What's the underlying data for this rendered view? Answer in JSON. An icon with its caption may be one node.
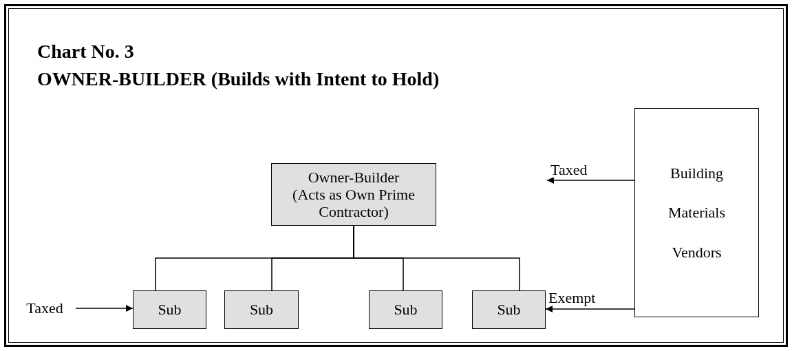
{
  "diagram": {
    "title": "Chart No. 3",
    "nodes": [
      {
        "text": [
          "Owner-Builder (Acts as Own Prime Contractor)"
        ]
      },
      {
        "text": [
          "Building Materials Vendors"
        ]
      },
      {
        "text": [
          "Sub"
        ]
      },
      {
        "text": [
          "Sub"
        ]
      },
      {
        "text": [
          "Sub"
        ]
      },
      {
        "text": [
          "Sub"
        ]
      },
      {
        "text": [
          "Taxed"
        ]
      }
    ],
    "edges": [
      {
        "from": 0,
        "to": 2,
        "arrow": "none"
      },
      {
        "from": 0,
        "to": 3,
        "arrow": "none"
      },
      {
        "from": 0,
        "to": 4,
        "arrow": "none"
      },
      {
        "from": 0,
        "to": 5,
        "arrow": "none"
      },
      {
        "from": 1,
        "to": null,
        "arrow": "to",
        "label": "Taxed"
      },
      {
        "from": 1,
        "to": 5,
        "arrow": "to",
        "label": "Exempt"
      },
      {
        "from": 6,
        "to": 2,
        "arrow": "to"
      }
    ],
    "labels": [
      "OWNER-BUILDER (Builds with Intent to Hold)"
    ]
  }
}
